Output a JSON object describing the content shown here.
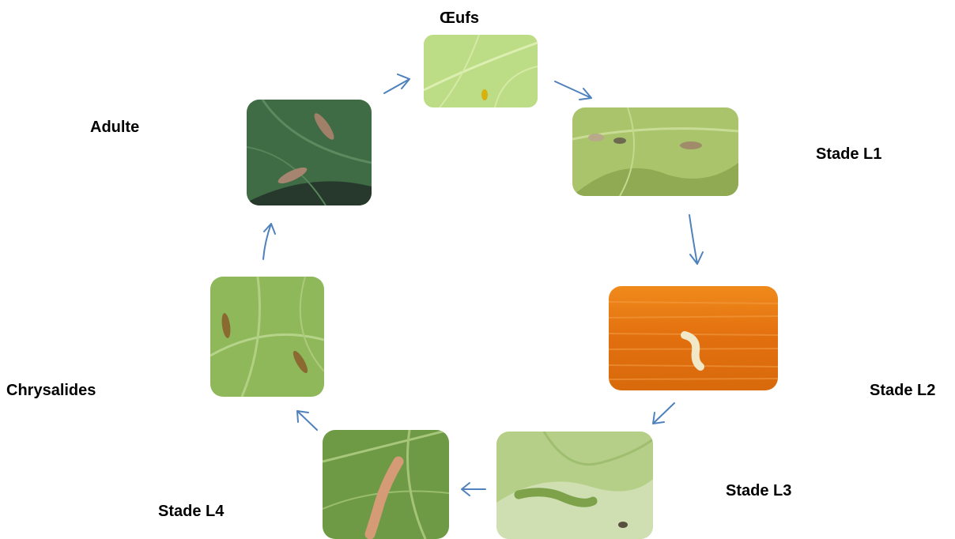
{
  "stages": {
    "eggs": "Œufs",
    "l1": "Stade L1",
    "l2": "Stade L2",
    "l3": "Stade L3",
    "l4": "Stade L4",
    "pupae": "Chrysalides",
    "adult": "Adulte"
  },
  "colors": {
    "arrow": "#4f81bd",
    "leaf_light": "#b9d77a",
    "leaf_dark": "#3f6b45",
    "orange_background": "#e07a1a"
  }
}
